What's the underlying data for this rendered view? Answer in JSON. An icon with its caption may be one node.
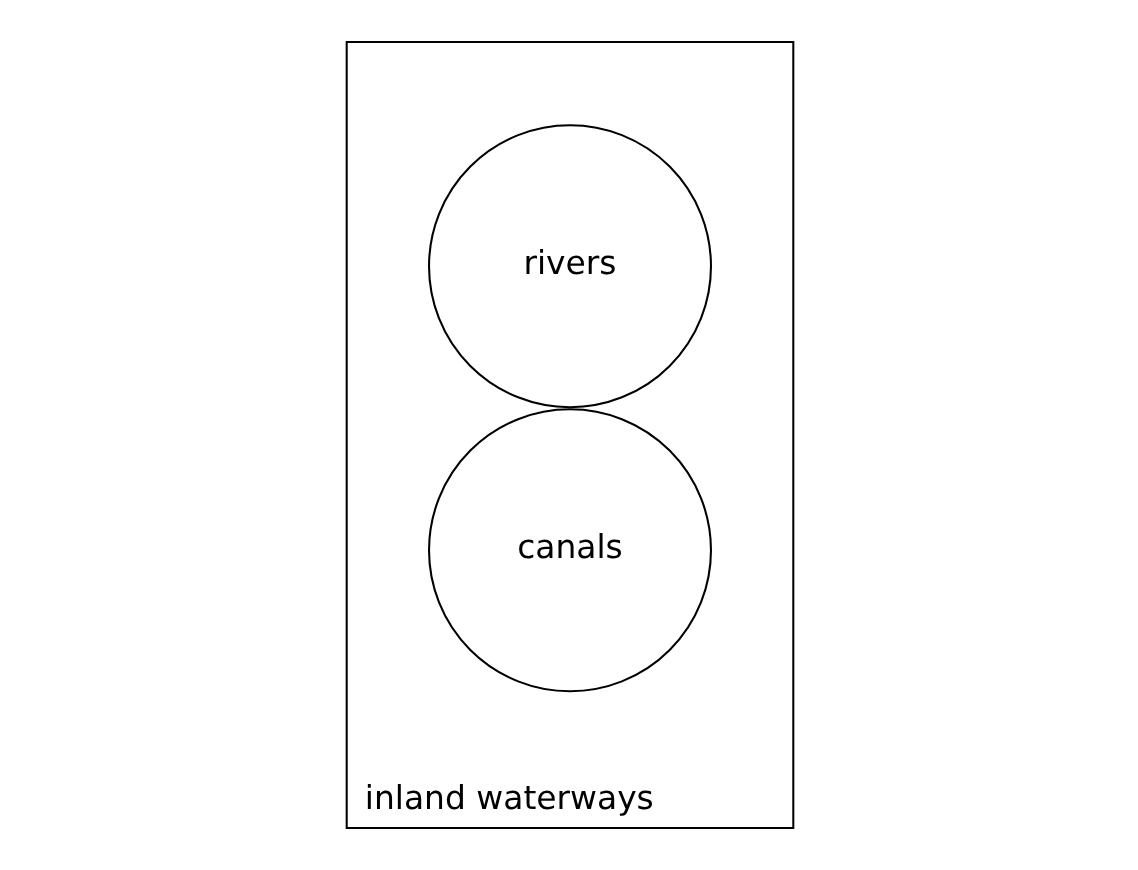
{
  "diagram": {
    "nodes": [
      {
        "text": [
          "inland waterways"
        ]
      },
      {
        "text": [
          "rivers"
        ],
        "in": 0
      },
      {
        "text": [
          "canals"
        ],
        "in": 0
      }
    ]
  }
}
